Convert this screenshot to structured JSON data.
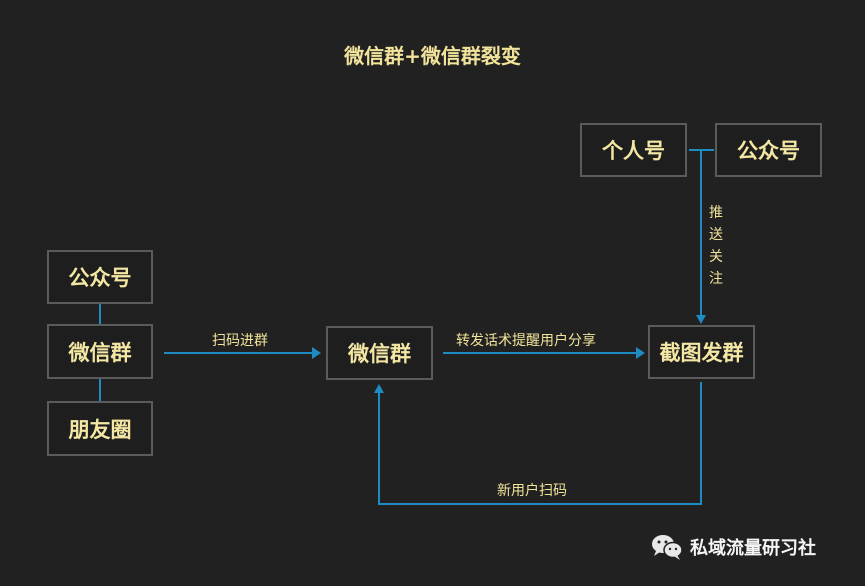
{
  "title": "微信群+微信群裂变",
  "nodes": {
    "left_top": "公众号",
    "left_mid": "微信群",
    "left_bot": "朋友圈",
    "center": "微信群",
    "right": "截图发群",
    "top_left": "个人号",
    "top_right": "公众号"
  },
  "edges": {
    "scan_join": "扫码进群",
    "share": "转发话术提醒用户分享",
    "push_follow": "推送关注",
    "new_user_scan": "新用户扫码"
  },
  "footer": {
    "icon": "wechat-icon",
    "label": "私域流量研习社"
  },
  "colors": {
    "background": "#212121",
    "text": "#f3e7a3",
    "line": "#1e8bc3",
    "border": "#5b5b5b"
  }
}
